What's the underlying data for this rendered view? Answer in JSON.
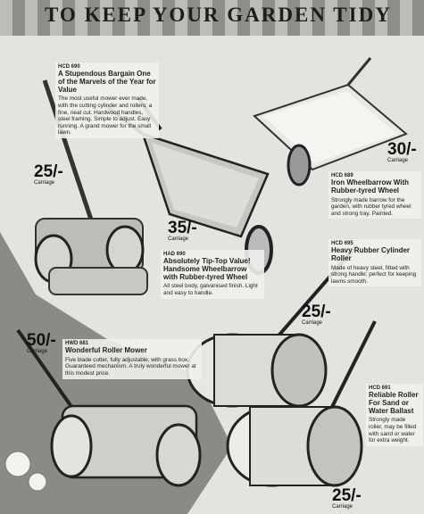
{
  "title": "TO KEEP YOUR GARDEN TIDY",
  "items": [
    {
      "code": "HCD 690",
      "headline": "A Stupendous Bargain One of the Marvels of the Year for Value",
      "body": "The most useful mower ever made, with the cutting cylinder and rollers; a fine, neat cut. Hardwood handles, steel framing. Simple to adjust. Easy running. A grand mower for the small lawn.",
      "price": "25/-",
      "price_note": "Carriage"
    },
    {
      "code": "HCD 689",
      "headline": "Iron Wheelbarrow With Rubber-tyred Wheel",
      "body": "Strongly made barrow for the garden, with rubber tyred wheel and strong tray. Painted.",
      "price": "30/-",
      "price_note": "Carriage"
    },
    {
      "code": "HAD 690",
      "headline": "Absolutely Tip-Top Value! Handsome Wheelbarrow with Rubber-tyred Wheel",
      "body": "All steel body, galvanised finish. Light and easy to handle.",
      "price": "35/-",
      "price_note": "Carriage"
    },
    {
      "code": "HCD 695",
      "headline": "Heavy Rubber Cylinder Roller",
      "body": "Made of heavy steel, fitted with strong handle; perfect for keeping lawns smooth.",
      "price": "25/-",
      "price_note": "Carriage"
    },
    {
      "code": "HWD 681",
      "headline": "Wonderful Roller Mower",
      "body": "Five blade cutter, fully adjustable, with grass box. Guaranteed mechanism. A truly wonderful mower at this modest price.",
      "price": "50/-",
      "price_note": "Carriage"
    },
    {
      "code": "HCD 691",
      "headline": "Reliable Roller For Sand or Water Ballast",
      "body": "Strongly made roller, may be filled with sand or water for extra weight.",
      "price": "25/-",
      "price_note": "Carriage"
    }
  ]
}
